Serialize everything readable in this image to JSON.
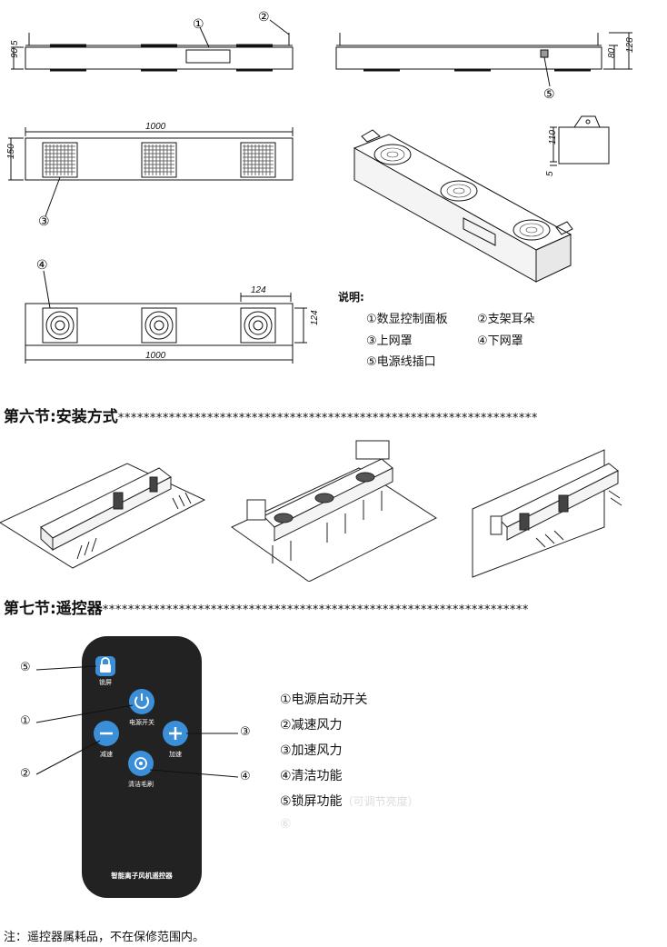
{
  "drawing": {
    "top_side": {
      "dim_height": "90.5",
      "callout_1": "①",
      "callout_2": "②"
    },
    "top_right": {
      "dim_80": "80",
      "dim_128": "128",
      "callout_5": "⑤"
    },
    "front": {
      "dim_length": "1000",
      "dim_height": "150",
      "callout_3": "③"
    },
    "end_view": {
      "dim_110": "110",
      "dim_5": "5"
    },
    "bottom": {
      "dim_length": "1000",
      "dim_124_w": "124",
      "dim_124_h": "124",
      "callout_4": "④"
    }
  },
  "legend": {
    "title": "说明:",
    "items": [
      "①数显控制面板",
      "②支架耳朵",
      "③上网罩",
      "④下网罩",
      "⑤电源线插口"
    ]
  },
  "sections": {
    "install": {
      "title": "第六节:安装方式",
      "stars": "******************************************************************"
    },
    "remote": {
      "title": "第七节:遥控器",
      "stars": "*******************************************************************"
    }
  },
  "remote": {
    "buttons": {
      "lock": "锁屏",
      "power": "电源开关",
      "minus": "减速",
      "plus": "加速",
      "clean": "清洁毛刷"
    },
    "brand": "智能离子风机遥控器",
    "callouts": [
      "⑤",
      "①",
      "②",
      "③",
      "④"
    ],
    "functions": [
      "①电源启动开关",
      "②减速风力",
      "③加速风力",
      "④清洁功能",
      "⑤锁屏功能"
    ],
    "faded_note": "（可调节亮度）",
    "faded_6": "⑥"
  },
  "note": "注：遥控器属耗品，不在保修范围内。"
}
